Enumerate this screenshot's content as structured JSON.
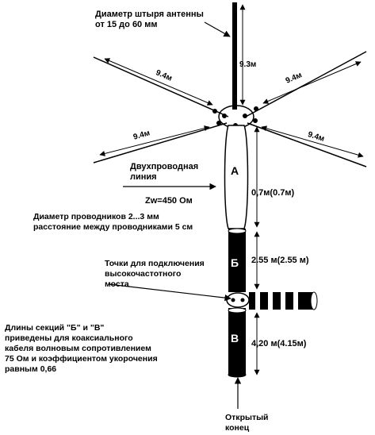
{
  "labels": {
    "mast_diameter": "Диаметр штыря антенны\nот 15 до 60 мм",
    "two_wire_line": "Двухпроводная\nлиния",
    "impedance": "Zw=450 Ом",
    "conductor_spec": "Диаметр проводников 2...3 мм\nрасстояние между проводниками 5 см",
    "bridge_points": "Точки для подключения\nвысокочастотного\nмоста",
    "section_note": "Длины секций \"Б\"  и \"В\"\nприведены для коаксиального\nкабеля волновым сопротивлением\n75 Ом и коэффициентом укорочения\nравным 0,66",
    "open_end": "Открытый\nконец"
  },
  "dimensions": {
    "whip": "9.3м",
    "radial_upper_left": "9.4м",
    "radial_upper_right": "9.4м",
    "radial_lower_left": "9.4м",
    "radial_lower_right": "9.4м",
    "section_a": "0,7м(0.7м)",
    "section_b": "2.55 м(2.55 м)",
    "section_v": "4,20 м(4.15м)"
  },
  "sections": {
    "a": "А",
    "b": "Б",
    "v": "В"
  },
  "colors": {
    "ink": "#000000",
    "paper": "#ffffff"
  }
}
